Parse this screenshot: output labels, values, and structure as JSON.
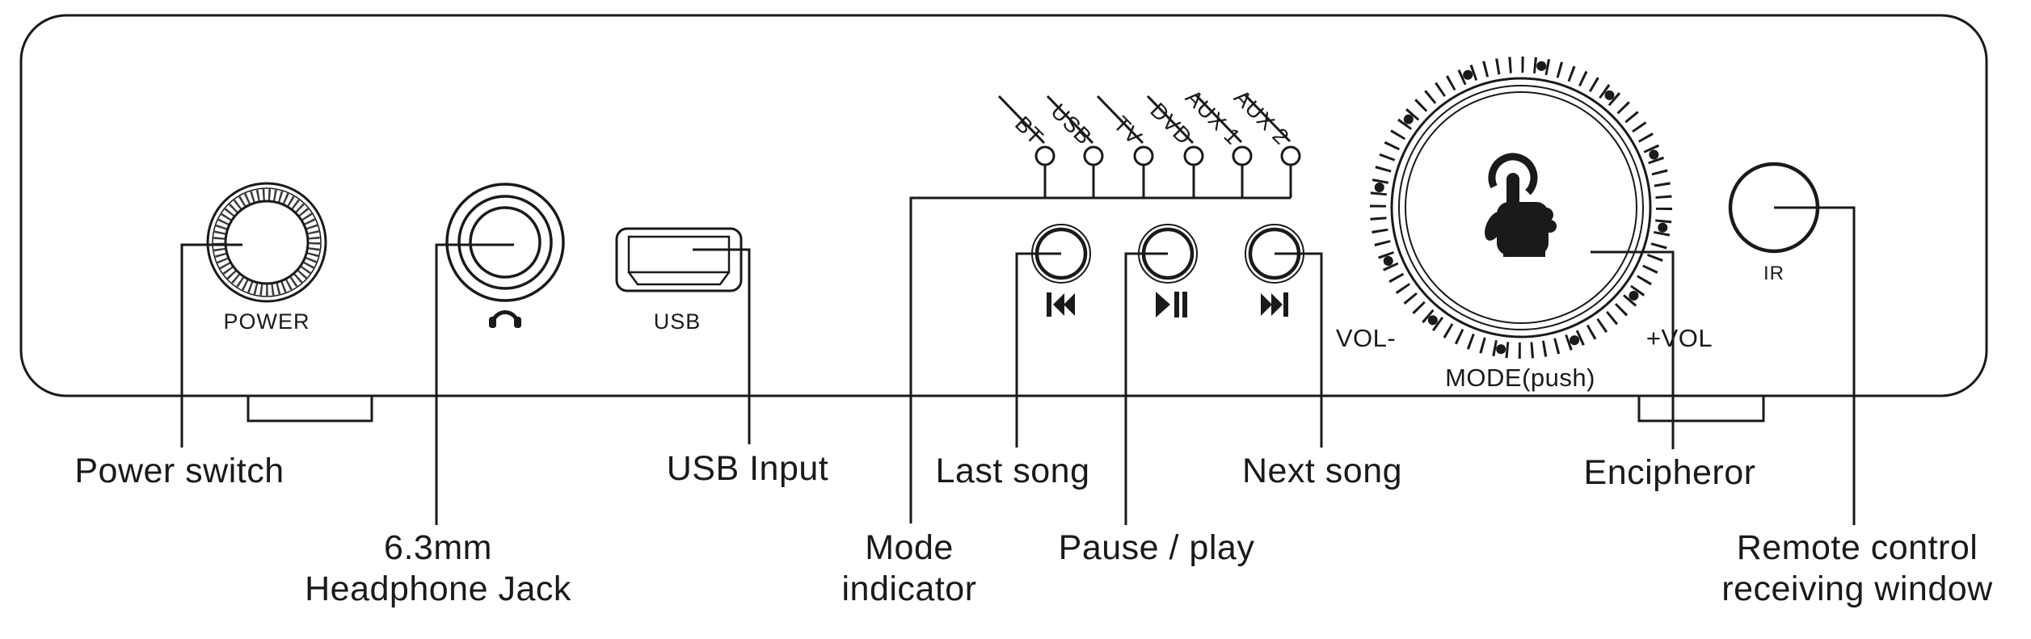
{
  "colors": {
    "line": "#1a1a1a",
    "background": "#ffffff",
    "text": "#1a1a1a"
  },
  "front_panel": {
    "power_knob_label": "POWER",
    "usb_port_label": "USB",
    "ir_label": "IR",
    "vol_minus_label": "VOL-",
    "vol_plus_label": "+VOL",
    "mode_push_label": "MODE(push)",
    "mode_leds": [
      "BT",
      "USB",
      "TV",
      "DVD",
      "AUX 1",
      "AUX 2"
    ]
  },
  "callouts": {
    "power_switch": "Power switch",
    "headphone_line1": "6.3mm",
    "headphone_line2": "Headphone Jack",
    "usb_input": "USB Input",
    "mode_line1": "Mode",
    "mode_line2": "indicator",
    "last_song": "Last song",
    "pause_play": "Pause / play",
    "next_song": "Next song",
    "encipheror": "Encipheror",
    "remote_line1": "Remote control",
    "remote_line2": "receiving window"
  }
}
